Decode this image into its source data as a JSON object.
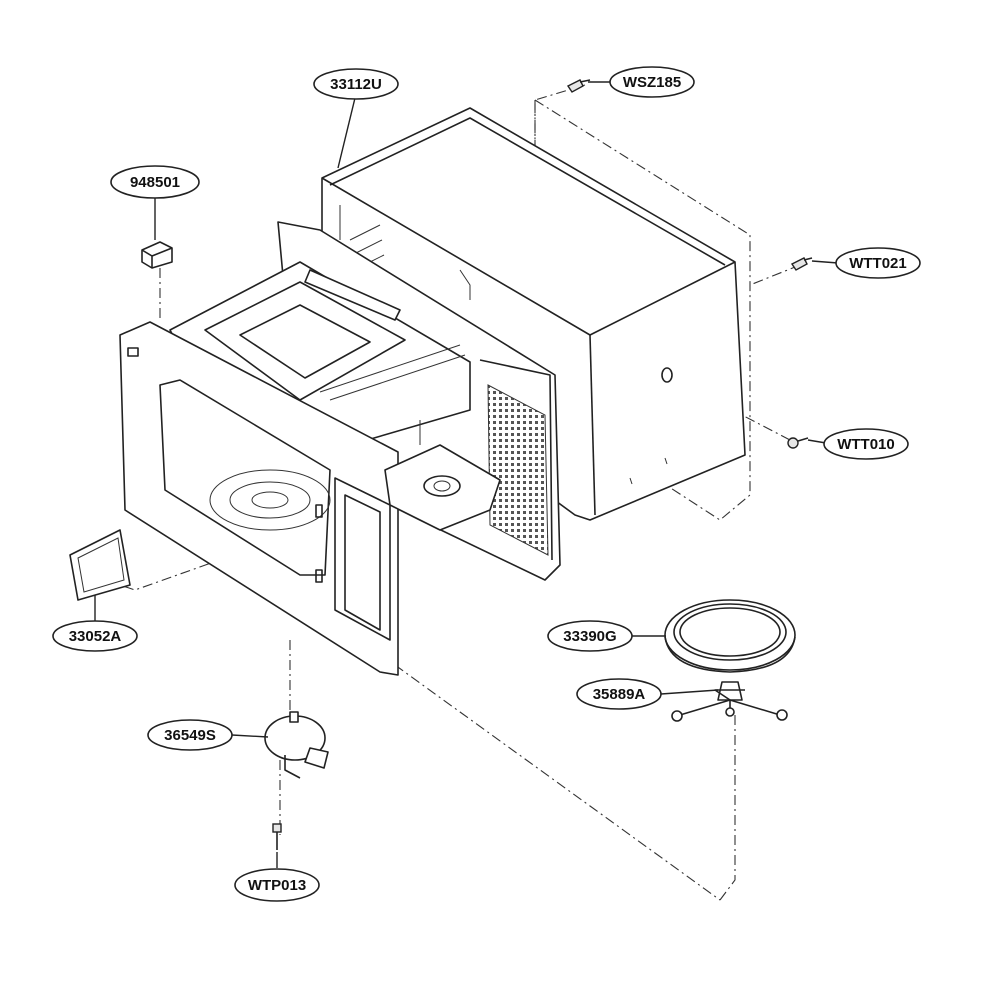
{
  "callouts": [
    {
      "id": "33112U",
      "label": "33112U"
    },
    {
      "id": "WSZ185",
      "label": "WSZ185"
    },
    {
      "id": "948501",
      "label": "948501"
    },
    {
      "id": "WTT021",
      "label": "WTT021"
    },
    {
      "id": "WTT010",
      "label": "WTT010"
    },
    {
      "id": "33052A",
      "label": "33052A"
    },
    {
      "id": "33390G",
      "label": "33390G"
    },
    {
      "id": "35889A",
      "label": "35889A"
    },
    {
      "id": "36549S",
      "label": "36549S"
    },
    {
      "id": "WTP013",
      "label": "WTP013"
    }
  ]
}
